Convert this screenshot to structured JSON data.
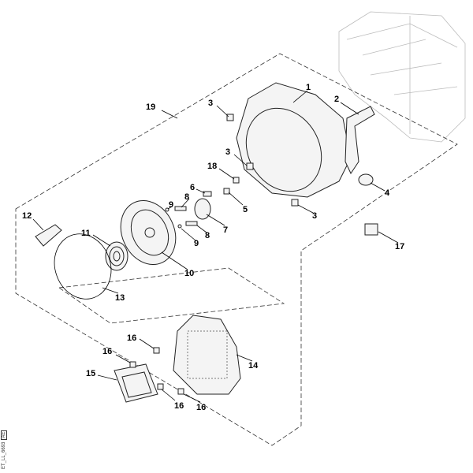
{
  "diagram": {
    "labels": [
      {
        "id": "1",
        "text": "1"
      },
      {
        "id": "2",
        "text": "2"
      },
      {
        "id": "3a",
        "text": "3"
      },
      {
        "id": "19",
        "text": "19"
      },
      {
        "id": "3b",
        "text": "3"
      },
      {
        "id": "18",
        "text": "18"
      },
      {
        "id": "6",
        "text": "6"
      },
      {
        "id": "9a",
        "text": "9"
      },
      {
        "id": "8a",
        "text": "8"
      },
      {
        "id": "5",
        "text": "5"
      },
      {
        "id": "7",
        "text": "7"
      },
      {
        "id": "4",
        "text": "4"
      },
      {
        "id": "3c",
        "text": "3"
      },
      {
        "id": "12",
        "text": "12"
      },
      {
        "id": "11",
        "text": "11"
      },
      {
        "id": "8b",
        "text": "8"
      },
      {
        "id": "9b",
        "text": "9"
      },
      {
        "id": "10",
        "text": "10"
      },
      {
        "id": "17",
        "text": "17"
      },
      {
        "id": "13",
        "text": "13"
      },
      {
        "id": "16a",
        "text": "16"
      },
      {
        "id": "16b",
        "text": "16"
      },
      {
        "id": "14",
        "text": "14"
      },
      {
        "id": "15",
        "text": "15"
      },
      {
        "id": "16c",
        "text": "16"
      },
      {
        "id": "16d",
        "text": "16"
      }
    ],
    "drawing_code": "ET_LL_6693",
    "drawing_code_box": "AE"
  }
}
